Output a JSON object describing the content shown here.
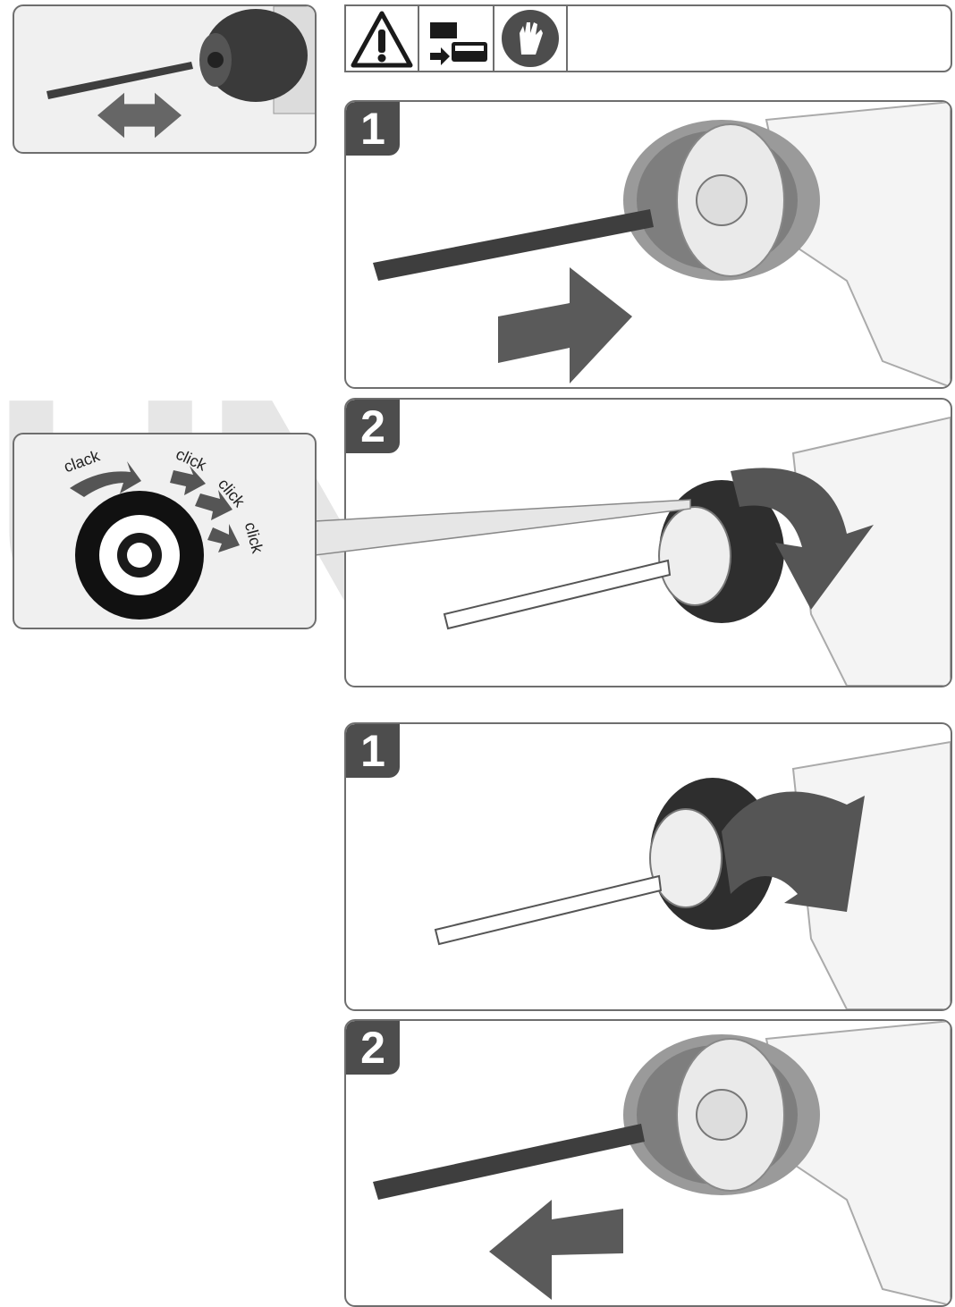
{
  "watermark": {
    "text": "UNDA"
  },
  "safety_icons": [
    "warning-icon",
    "remove-battery-icon",
    "gloves-icon"
  ],
  "insert_sequence": {
    "steps": [
      {
        "number": "1",
        "action": "insert-bit"
      },
      {
        "number": "2",
        "action": "tighten-chuck"
      }
    ]
  },
  "remove_sequence": {
    "steps": [
      {
        "number": "1",
        "action": "loosen-chuck"
      },
      {
        "number": "2",
        "action": "remove-bit"
      }
    ]
  },
  "ratchet_callout": {
    "labels": [
      "clack",
      "click",
      "click",
      "click"
    ]
  },
  "colors": {
    "dark": "#4d4d4d",
    "border": "#6e6e6e",
    "panel_bg": "#f0f0f0"
  }
}
